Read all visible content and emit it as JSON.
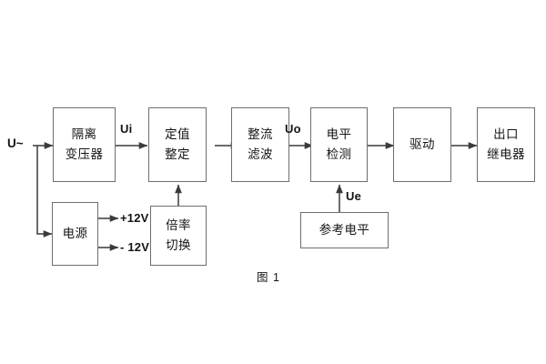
{
  "figure": {
    "caption": "图 1",
    "background_color": "#ffffff",
    "line_color": "#6e6e6e",
    "text_color": "#141414"
  },
  "input_label": "U~",
  "blocks": {
    "isolation_transformer": {
      "line1": "隔离",
      "line2": "变压器"
    },
    "setpoint_setting": {
      "line1": "定值",
      "line2": "整定"
    },
    "rectify_filter": {
      "line1": "整流",
      "line2": "滤波"
    },
    "level_detect": {
      "line1": "电平",
      "line2": "检测"
    },
    "drive": {
      "line1": "驱动",
      "line2": ""
    },
    "output_relay": {
      "line1": "出口",
      "line2": "继电器"
    },
    "power_supply": {
      "line1": "电源",
      "line2": ""
    },
    "multiplier_switch": {
      "line1": "倍率",
      "line2": "切换"
    },
    "reference_level": {
      "line1": "参考电平",
      "line2": ""
    }
  },
  "signals": {
    "ui": "Ui",
    "uo": "Uo",
    "ue": "Ue",
    "rail_positive": "+12V",
    "rail_negative": "- 12V"
  }
}
